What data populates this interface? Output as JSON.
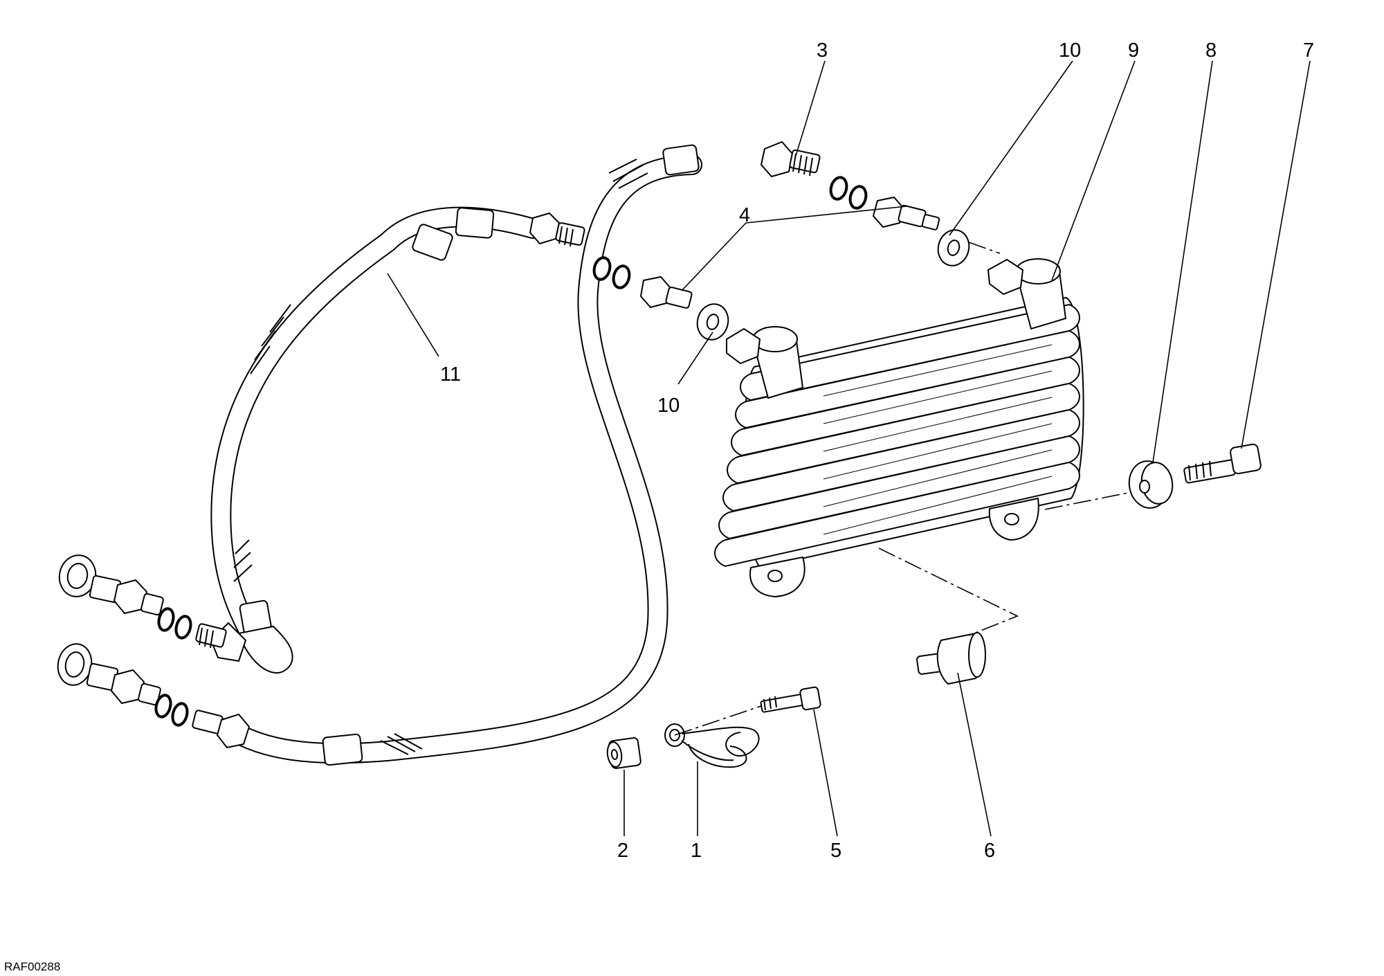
{
  "diagram": {
    "drawing_code": "RAF00288",
    "callouts": [
      {
        "id": "c1",
        "label": "1"
      },
      {
        "id": "c2",
        "label": "2"
      },
      {
        "id": "c3",
        "label": "3"
      },
      {
        "id": "c4",
        "label": "4"
      },
      {
        "id": "c5",
        "label": "5"
      },
      {
        "id": "c6",
        "label": "6"
      },
      {
        "id": "c7",
        "label": "7"
      },
      {
        "id": "c8",
        "label": "8"
      },
      {
        "id": "c9",
        "label": "9"
      },
      {
        "id": "c10a",
        "label": "10"
      },
      {
        "id": "c10b",
        "label": "10"
      },
      {
        "id": "c11",
        "label": "11"
      }
    ]
  }
}
